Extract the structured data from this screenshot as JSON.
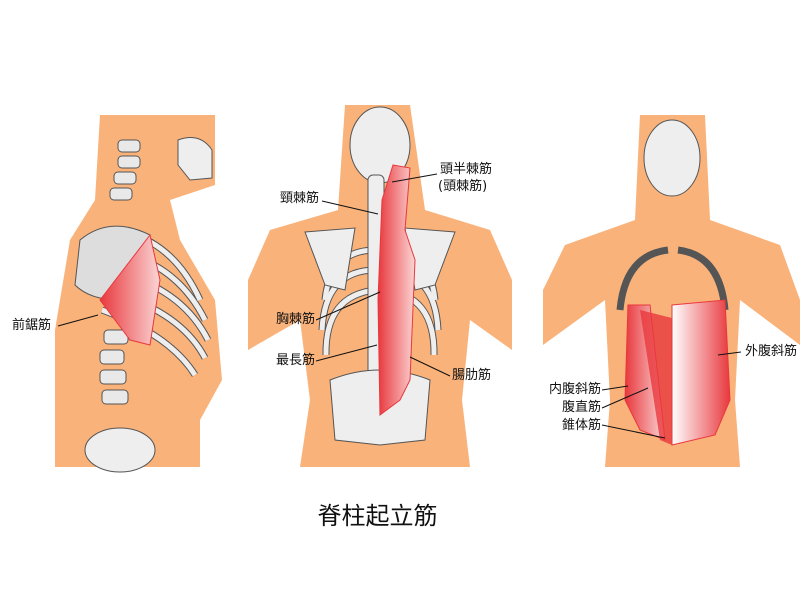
{
  "title": "脊柱起立筋",
  "colors": {
    "skin": "#f9b27a",
    "bone": "#e9e9e9",
    "bone_stroke": "#555555",
    "muscle": "#e8383d"
  },
  "panels": {
    "side": {
      "labels": {
        "serratus_anterior": "前鋸筋"
      }
    },
    "back": {
      "labels": {
        "spinalis_cervicis": "頸棘筋",
        "semispinalis_capitis": "頭半棘筋",
        "semispinalis_capitis_alt": "(頭棘筋)",
        "spinalis_thoracis": "胸棘筋",
        "longissimus": "最長筋",
        "iliocostalis": "腸肋筋"
      }
    },
    "front": {
      "labels": {
        "external_oblique": "外腹斜筋",
        "internal_oblique": "内腹斜筋",
        "rectus_abdominis": "腹直筋",
        "pyramidalis": "錐体筋"
      }
    }
  }
}
